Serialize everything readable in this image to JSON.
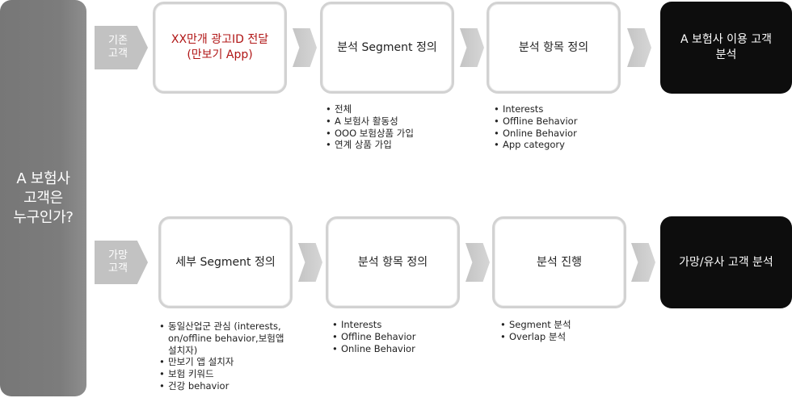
{
  "side_label": "A 보험사\n고객은\n누구인가?",
  "rows": [
    {
      "tag": "기존\n고객",
      "steps": [
        {
          "title": "XX만개 광고ID 전달\n(만보기 App)",
          "bullets": []
        },
        {
          "title": "분석 Segment 정의",
          "bullets": [
            "전체",
            "A 보험사 활동성",
            "OOO 보험상품 가입",
            "연계 상품 가입"
          ]
        },
        {
          "title": "분석 항목 정의",
          "bullets": [
            "Interests",
            "Offline Behavior",
            "Online Behavior",
            "App category"
          ]
        }
      ],
      "result": "A 보험사 이용 고객\n분석"
    },
    {
      "tag": "가망\n고객",
      "steps": [
        {
          "title": "세부 Segment 정의",
          "bullets": [
            "동일산업군 관심 (interests,\non/offline behavior,보험앱\n설치자)",
            "만보기 앱 설치자",
            "보험 키워드",
            "건강 behavior"
          ]
        },
        {
          "title": "분석 항목 정의",
          "bullets": [
            "Interests",
            "Offline Behavior",
            "Online Behavior"
          ]
        },
        {
          "title": "분석 진행",
          "bullets": [
            "Segment 분석",
            "Overlap 분석"
          ]
        }
      ],
      "result": "가망/유사 고객 분석"
    }
  ],
  "colors": {
    "side_bar": "#7a7a7a",
    "highlight_text": "#b01515",
    "result_box": "#0d0d0d",
    "chevron": "#c8c8c8",
    "box_border": "#d2d2d2"
  }
}
